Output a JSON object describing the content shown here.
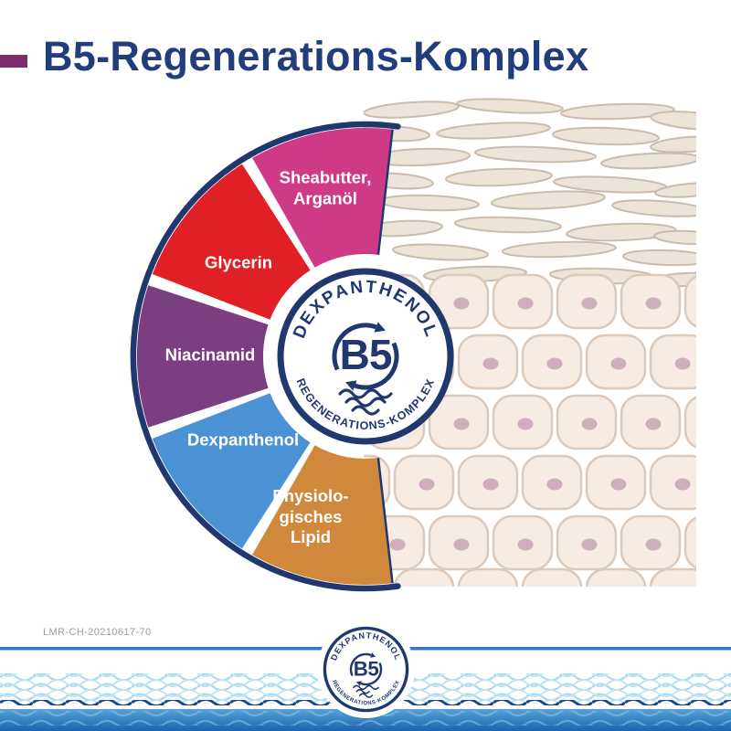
{
  "title": "B5-Regenerations-Komplex",
  "footer_code": "LMR-CH-20210617-70",
  "badge": {
    "top_text": "DEXPANTHENOL",
    "center_text": "B5",
    "bottom_text": "REGENERATIONS-KOMPLEX"
  },
  "wheel": {
    "segments": [
      {
        "label": "Sheabutter,\nArganöl",
        "color": "#ce3a85"
      },
      {
        "label": "Glycerin",
        "color": "#e01f26"
      },
      {
        "label": "Niacinamid",
        "color": "#7b3e81"
      },
      {
        "label": "Dexpanthenol",
        "color": "#4b92d5"
      },
      {
        "label": "Physiolo-\ngisches\nLipid",
        "color": "#d0883c"
      }
    ]
  },
  "colors": {
    "navy": "#21386f",
    "title_navy": "#223d7c",
    "accent_purple": "#7d2c6c",
    "divider_blue": "#3178bf",
    "wave_light": "#a6daee",
    "wave_navy": "#1d4a8c",
    "skin_cell_fill": "#f6ece4",
    "skin_cell_stroke": "#dbc9bc",
    "skin_nucleus": "#c7a3b6"
  }
}
